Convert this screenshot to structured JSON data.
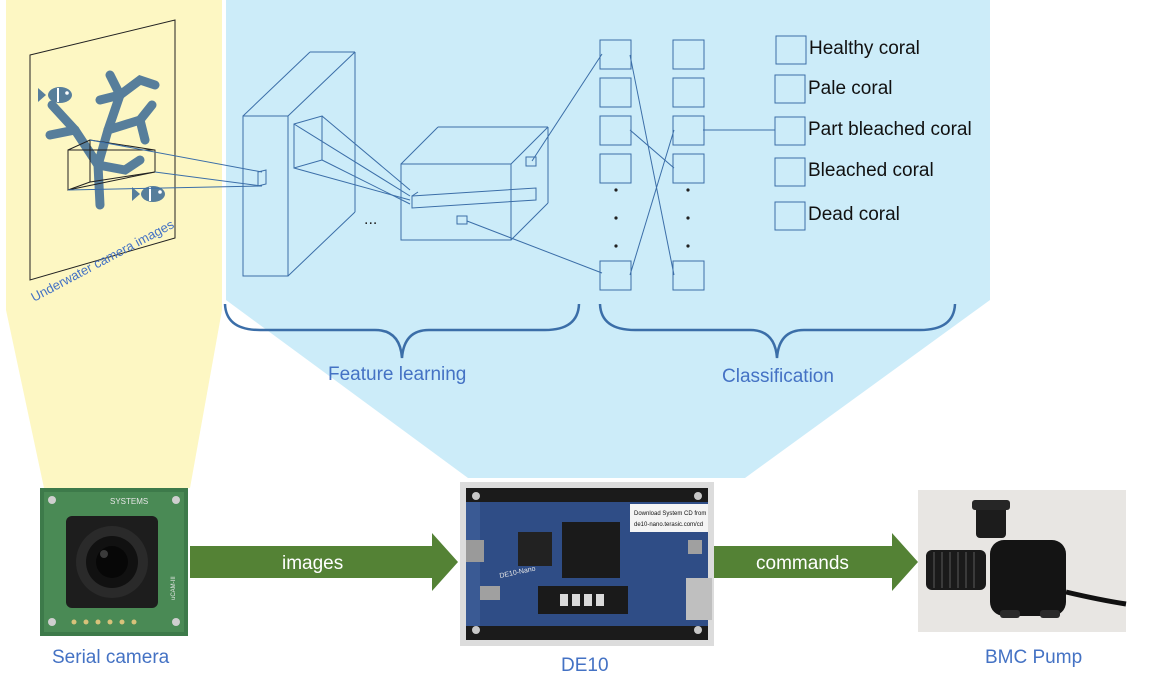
{
  "stage_labels": {
    "feature_learning": "Feature learning",
    "classification": "Classification",
    "underwater_images": "Underwater camera images",
    "ellipsis": "..."
  },
  "classes": [
    "Healthy coral",
    "Pale coral",
    "Part bleached coral",
    "Bleached coral",
    "Dead coral"
  ],
  "hardware": {
    "camera": "Serial camera",
    "board": "DE10",
    "pump": "BMC Pump"
  },
  "arrows": {
    "camera_to_board": "images",
    "board_to_pump": "commands"
  },
  "photo_text": {
    "camera_brand": "SYSTEMS",
    "camera_model": "uCAM-III",
    "board_model": "DE10-Nano",
    "board_sticker_line1": "Download System CD from",
    "board_sticker_line2": "de10-nano.terasic.com/cd"
  },
  "colors": {
    "yellow_panel": "#fdf7c3",
    "blue_panel": "#ccecf9",
    "text_blue": "#4472c4",
    "line_blue": "#3b6ea8",
    "arrow_green": "#548235",
    "coral_fill": "#577e9b"
  }
}
